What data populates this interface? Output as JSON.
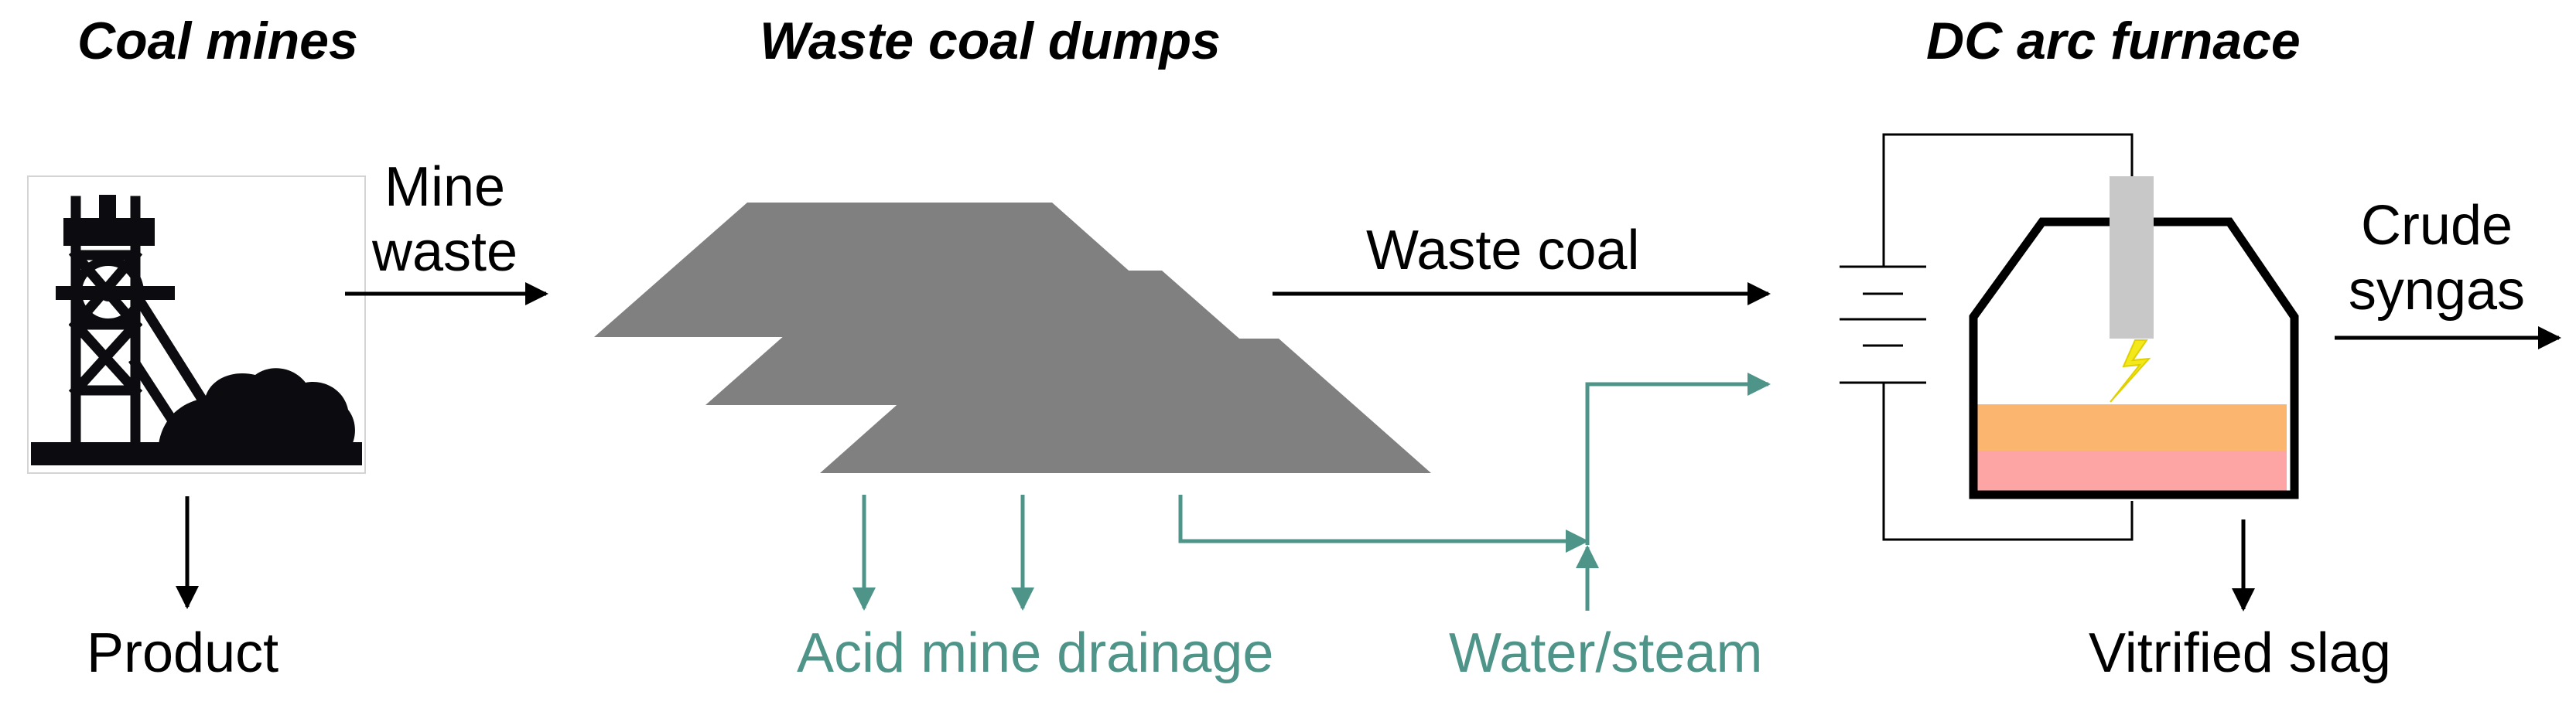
{
  "headers": {
    "coal_mines": "Coal mines",
    "waste_coal_dumps": "Waste coal dumps",
    "dc_arc_furnace": "DC arc furnace"
  },
  "labels": {
    "mine_waste_line1": "Mine",
    "mine_waste_line2": "waste",
    "product": "Product",
    "waste_coal": "Waste coal",
    "acid_mine_drainage": "Acid mine drainage",
    "water_steam": "Water/steam",
    "crude_syngas_line1": "Crude",
    "crude_syngas_line2": "syngas",
    "vitrified_slag": "Vitrified slag"
  },
  "icons": {
    "mine": "headframe-coal-pile-icon",
    "dumps": "stacked-heaps",
    "furnace": "arc-furnace-icon"
  },
  "colors": {
    "text": "#000000",
    "water_flow": "#4e9489",
    "heap": "#808080",
    "electrode": "#c8c8c8",
    "arc": "#f2e81a",
    "molten_layer": "#fbb56e",
    "slag_layer": "#fda5a5"
  }
}
